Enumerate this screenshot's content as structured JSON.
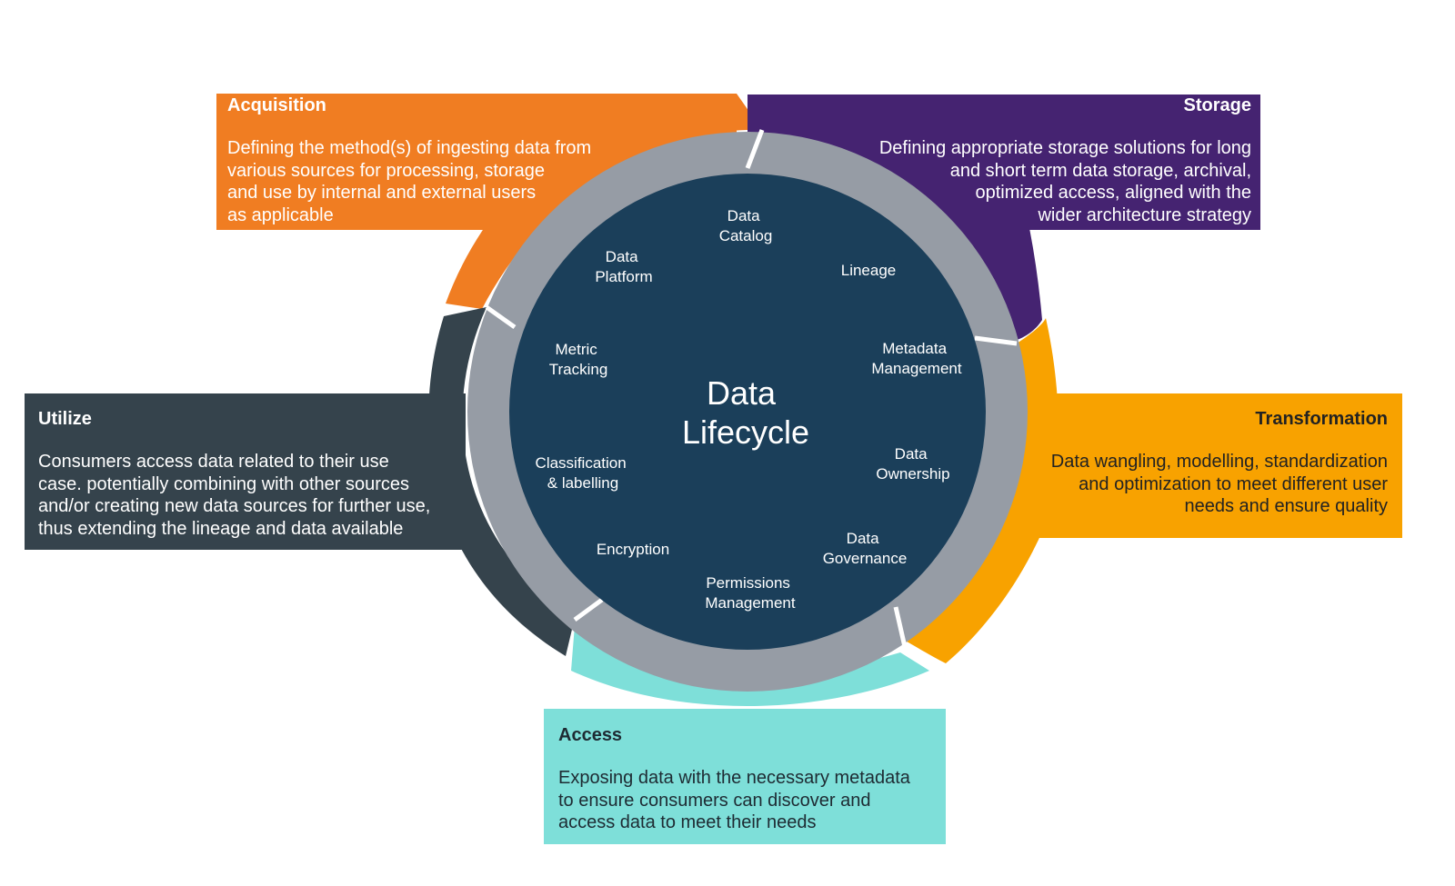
{
  "center": {
    "line1": "Data",
    "line2": "Lifecycle"
  },
  "colors": {
    "acquisition": "#f07d22",
    "storage": "#452371",
    "transformation": "#f8a200",
    "access": "#7edfd9",
    "utilize": "#35434c",
    "ring": "#969ca5",
    "core": "#1b3f5a"
  },
  "phases": {
    "acquisition": {
      "title": "Acquisition",
      "description": "Defining the method(s) of ingesting data from\nvarious sources for processing, storage\nand use by internal and external users\nas applicable"
    },
    "storage": {
      "title": "Storage",
      "description": "Defining appropriate storage solutions for long\nand short term data storage, archival,\noptimized access, aligned with the\nwider architecture strategy"
    },
    "utilize": {
      "title": "Utilize",
      "description": "Consumers access data related to their use\ncase. potentially combining with other sources\nand/or creating new data sources for further use,\nthus extending the lineage and data available"
    },
    "transformation": {
      "title": "Transformation",
      "description": "Data wangling, modelling, standardization\nand optimization to meet different user\nneeds and ensure quality"
    },
    "access": {
      "title": "Access",
      "description": "Exposing data with the necessary metadata\nto ensure consumers can discover and\naccess data to meet their needs"
    }
  },
  "topics": {
    "data_catalog": [
      "Data",
      "Catalog"
    ],
    "lineage": [
      "Lineage"
    ],
    "metadata_management": [
      "Metadata",
      "Management"
    ],
    "data_ownership": [
      "Data",
      "Ownership"
    ],
    "data_governance": [
      "Data",
      "Governance"
    ],
    "permissions_management": [
      "Permissions",
      "Management"
    ],
    "encryption": [
      "Encryption"
    ],
    "classification_labelling": [
      "Classification",
      "& labelling"
    ],
    "metric_tracking": [
      "Metric",
      "Tracking"
    ],
    "data_platform": [
      "Data",
      "Platform"
    ]
  }
}
